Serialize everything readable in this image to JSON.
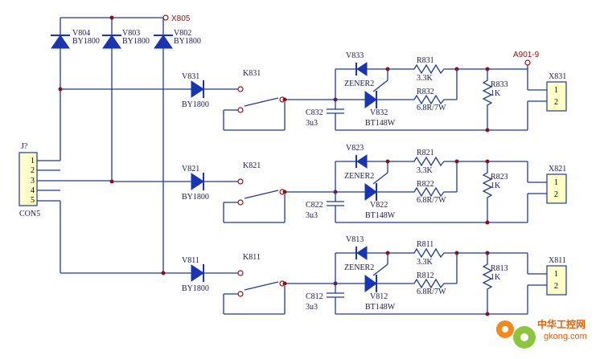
{
  "connector_j": {
    "ref": "J?",
    "type": "CON5",
    "pins": [
      "1",
      "2",
      "3",
      "4",
      "5"
    ]
  },
  "top_diodes": [
    {
      "ref": "V804",
      "part": "BY1800"
    },
    {
      "ref": "V803",
      "part": "BY1800"
    },
    {
      "ref": "V802",
      "part": "BY1800"
    }
  ],
  "net_labels": {
    "top": "X805",
    "right": "A901-9"
  },
  "channels": [
    {
      "diode_ref": "V831",
      "diode_part": "BY1800",
      "relay_ref": "K831",
      "cap_ref": "C832",
      "cap_value": "3u3",
      "zener_ref": "V833",
      "zener_type": "ZENER2",
      "transistor_ref": "V832",
      "transistor_type": "BT148W",
      "r_top_ref": "R831",
      "r_top_value": "3.3K",
      "r_mid_ref": "R832",
      "r_mid_value": "6.8R/7W",
      "r_shunt_ref": "R833",
      "r_shunt_value": "1K",
      "out_ref": "X831",
      "out_pin1": "1",
      "out_pin2": "2"
    },
    {
      "diode_ref": "V821",
      "diode_part": "BY1800",
      "relay_ref": "K821",
      "cap_ref": "C822",
      "cap_value": "3u3",
      "zener_ref": "V823",
      "zener_type": "ZENER2",
      "transistor_ref": "V822",
      "transistor_type": "BT148W",
      "r_top_ref": "R821",
      "r_top_value": "3.3K",
      "r_mid_ref": "R822",
      "r_mid_value": "6.8R/7W",
      "r_shunt_ref": "R823",
      "r_shunt_value": "1K",
      "out_ref": "X821",
      "out_pin1": "1",
      "out_pin2": "2"
    },
    {
      "diode_ref": "V811",
      "diode_part": "BY1800",
      "relay_ref": "K811",
      "cap_ref": "C812",
      "cap_value": "3u3",
      "zener_ref": "V813",
      "zener_type": "ZENER2",
      "transistor_ref": "V812",
      "transistor_type": "BT148W",
      "r_top_ref": "R811",
      "r_top_value": "3.3K",
      "r_mid_ref": "R812",
      "r_mid_value": "6.8R/7W",
      "r_shunt_ref": "R813",
      "r_shunt_value": "1K",
      "out_ref": "X811",
      "out_pin1": "1",
      "out_pin2": "2"
    }
  ],
  "watermark": {
    "title": "中华工控网",
    "url": "gkong.com"
  },
  "colors": {
    "wire": "#1f3a93",
    "component": "#1a35b0",
    "junction": "#8b1010",
    "connector_fill": "#ffffc8",
    "watermark": "#e65c00"
  }
}
